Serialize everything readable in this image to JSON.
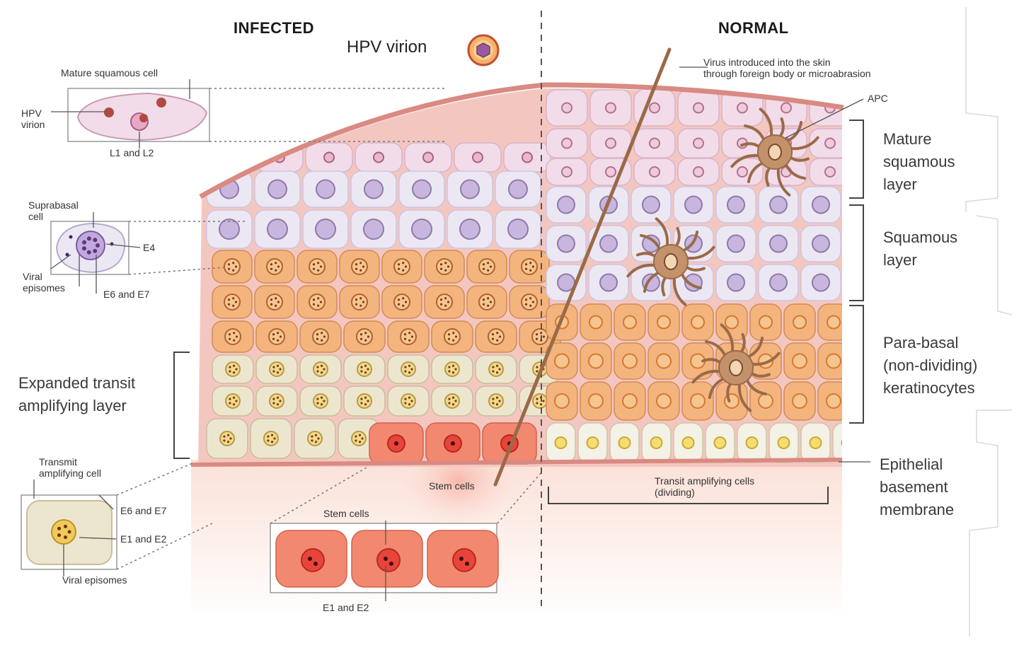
{
  "headers": {
    "infected": "INFECTED",
    "normal": "NORMAL"
  },
  "virion_label": "HPV virion",
  "callouts": {
    "mature_squamous_cell": "Mature squamous cell",
    "hpv_virion": [
      "HPV",
      "virion"
    ],
    "l1_l2": "L1 and L2",
    "suprabasal_cell": [
      "Suprabasal",
      "cell"
    ],
    "e4": "E4",
    "viral_episomes_1": [
      "Viral",
      "episomes"
    ],
    "e6_e7_1": "E6 and E7",
    "expanded_transit": [
      "Expanded transit",
      "amplifying layer"
    ],
    "transmit_amplifying_cell": [
      "Transmit",
      "amplifying cell"
    ],
    "e6_e7_2": "E6 and E7",
    "e1_e2_1": "E1 and E2",
    "viral_episomes_2": "Viral episomes",
    "stem_cells_1": "Stem cells",
    "stem_cells_2": "Stem cells",
    "e1_e2_2": "E1 and E2",
    "virus_introduced": [
      "Virus introduced into the skin",
      "through foreign body or microabrasion"
    ],
    "apc": "APC",
    "transit_amplifying_cells": [
      "Transit amplifying cells",
      "(dividing)"
    ]
  },
  "layers": {
    "mature_squamous": [
      "Mature",
      "squamous",
      "layer"
    ],
    "squamous": [
      "Squamous",
      "layer"
    ],
    "parabasal": [
      "Para-basal",
      "(non-dividing)",
      "keratinocytes"
    ],
    "basement": [
      "Epithelial",
      "basement",
      "membrane"
    ]
  },
  "colors": {
    "mature": "#f2dcea",
    "squamous": "#ece8f3",
    "parabasal": "#f4b47e",
    "transit": "#ede6cf",
    "stem": "#f28870",
    "membrane": "#d98a82",
    "apc": "#9a6a48",
    "needle": "#9a6a48"
  }
}
